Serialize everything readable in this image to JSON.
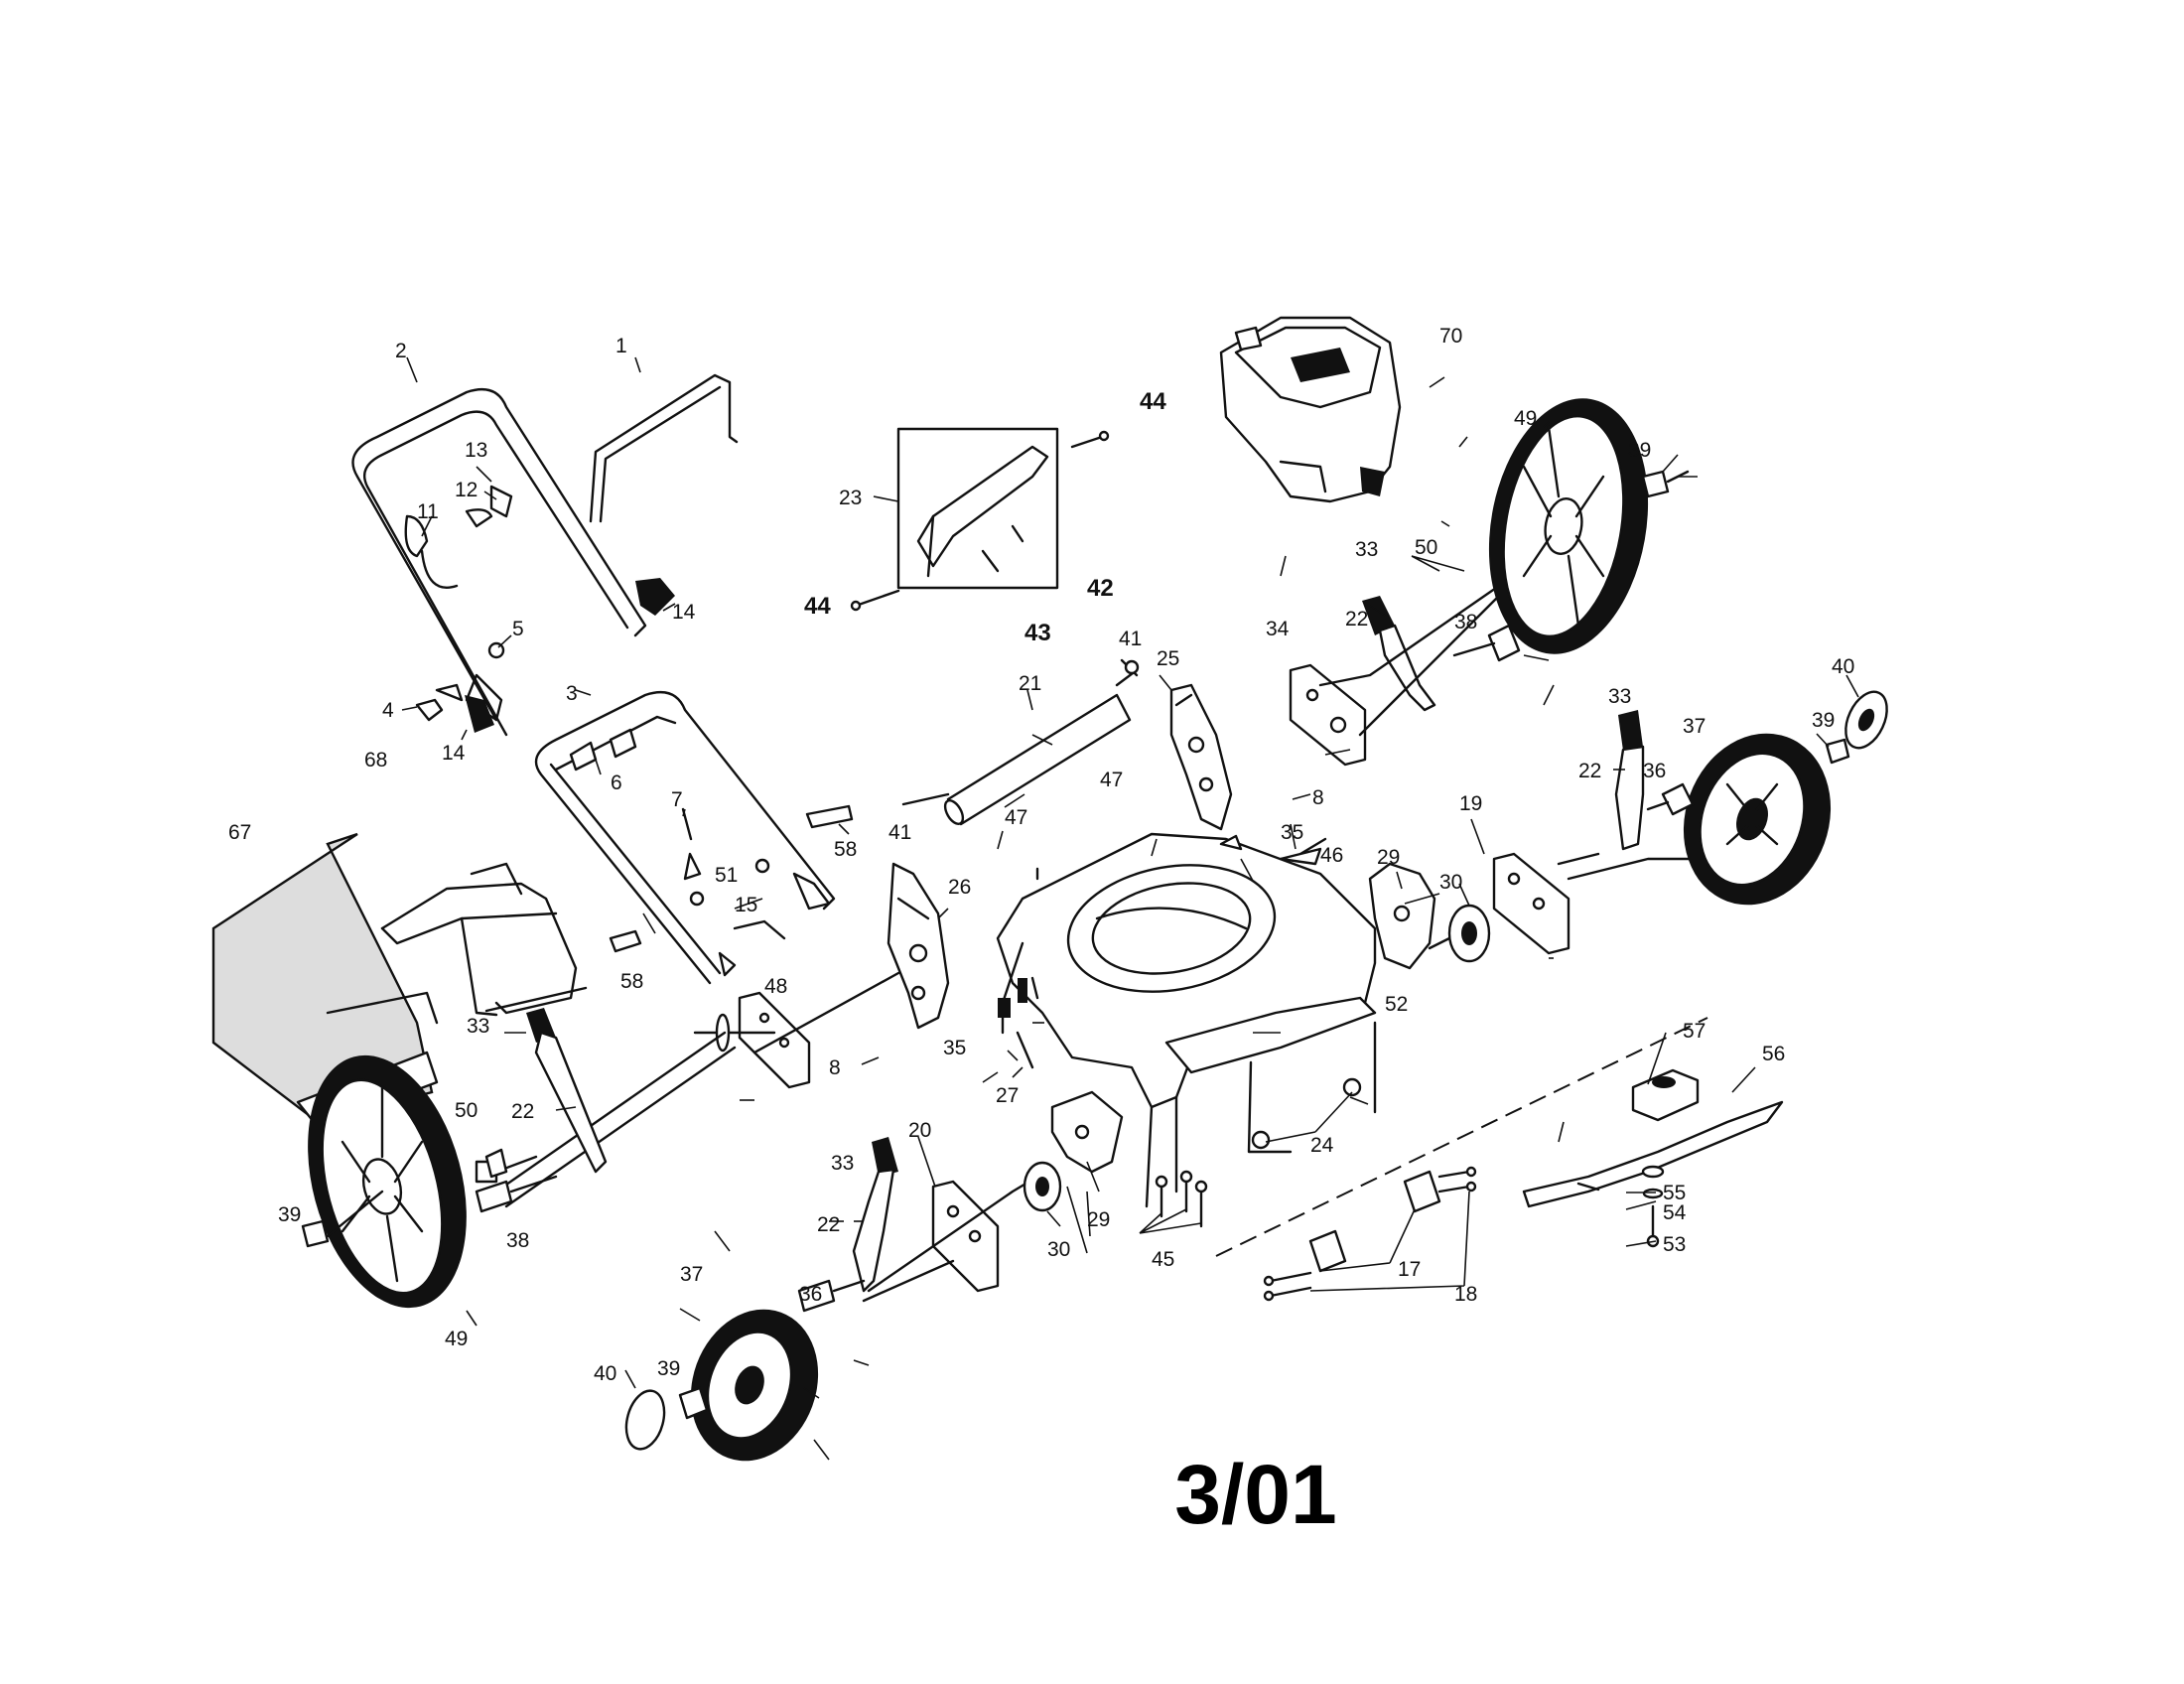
{
  "date_stamp": "3/01",
  "callouts": {
    "c1": "1",
    "c2": "2",
    "c3": "3",
    "c4": "4",
    "c5": "5",
    "c6": "6",
    "c7": "7",
    "c8a": "8",
    "c8b": "8",
    "c11": "11",
    "c12": "12",
    "c13": "13",
    "c14a": "14",
    "c14b": "14",
    "c15": "15",
    "c17": "17",
    "c18": "18",
    "c19": "19",
    "c20": "20",
    "c21": "21",
    "c22a": "22",
    "c22b": "22",
    "c22c": "22",
    "c22d": "22",
    "c23": "23",
    "c24": "24",
    "c25": "25",
    "c26": "26",
    "c27": "27",
    "c29a": "29",
    "c29b": "29",
    "c30a": "30",
    "c30b": "30",
    "c33a": "33",
    "c33b": "33",
    "c33c": "33",
    "c33d": "33",
    "c34": "34",
    "c35a": "35",
    "c35b": "35",
    "c36a": "36",
    "c36b": "36",
    "c37a": "37",
    "c37b": "37",
    "c38a": "38",
    "c38b": "38",
    "c39a": "39",
    "c39b": "39",
    "c39c": "39",
    "c39d": "39",
    "c40a": "40",
    "c40b": "40",
    "c41a": "41",
    "c41b": "41",
    "c42": "42",
    "c43": "43",
    "c44a": "44",
    "c44b": "44",
    "c45": "45",
    "c46": "46",
    "c47a": "47",
    "c47b": "47",
    "c48": "48",
    "c49a": "49",
    "c49b": "49",
    "c50a": "50",
    "c50b": "50",
    "c51": "51",
    "c52": "52",
    "c53": "53",
    "c54": "54",
    "c55": "55",
    "c56": "56",
    "c57": "57",
    "c58a": "58",
    "c58b": "58",
    "c67": "67",
    "c68": "68",
    "c70": "70"
  }
}
